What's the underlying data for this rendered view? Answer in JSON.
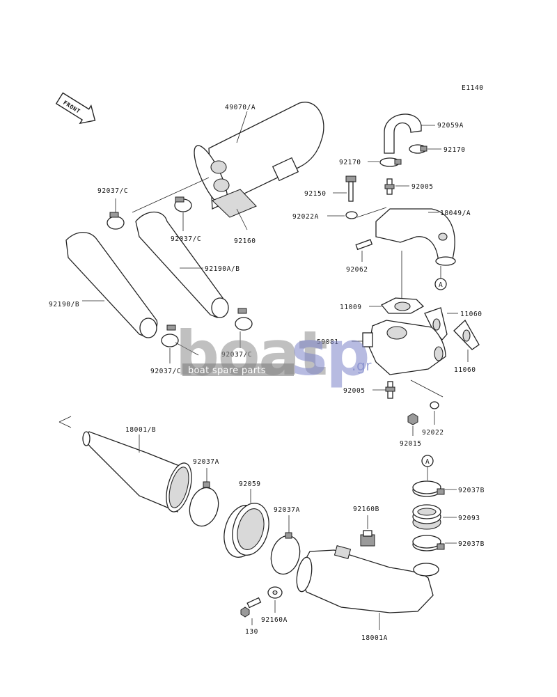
{
  "diagram_code": "E1140",
  "front_label": "FRONT",
  "watermark": {
    "word1": "boat",
    "word2": "sp",
    "suffix": ".gr",
    "tagline": "boat spare parts"
  },
  "callout_a": "A",
  "labels": {
    "p49070a": "49070/A",
    "p92059a": "92059A",
    "p92170_left": "92170",
    "p92170_right": "92170",
    "p92150": "92150",
    "p92005_top": "92005",
    "p92022a": "92022A",
    "p18049a": "18049/A",
    "p92037c_1": "92037/C",
    "p92037c_2": "92037/C",
    "p92037c_3": "92037/C",
    "p92037c_4": "92037/C",
    "p92160": "92160",
    "p92062": "92062",
    "p92190ab": "92190A/B",
    "p92190b": "92190/B",
    "p11009": "11009",
    "p11060_1": "11060",
    "p11060_2": "11060",
    "p59081": "59081",
    "p92005_bot": "92005",
    "p92022": "92022",
    "p92015": "92015",
    "p18001b": "18001/B",
    "p92037a_1": "92037A",
    "p92037a_2": "92037A",
    "p92059": "92059",
    "p92160b": "92160B",
    "p92037b_1": "92037B",
    "p92037b_2": "92037B",
    "p92093": "92093",
    "p130": "130",
    "p92160a": "92160A",
    "p18001a": "18001A"
  }
}
